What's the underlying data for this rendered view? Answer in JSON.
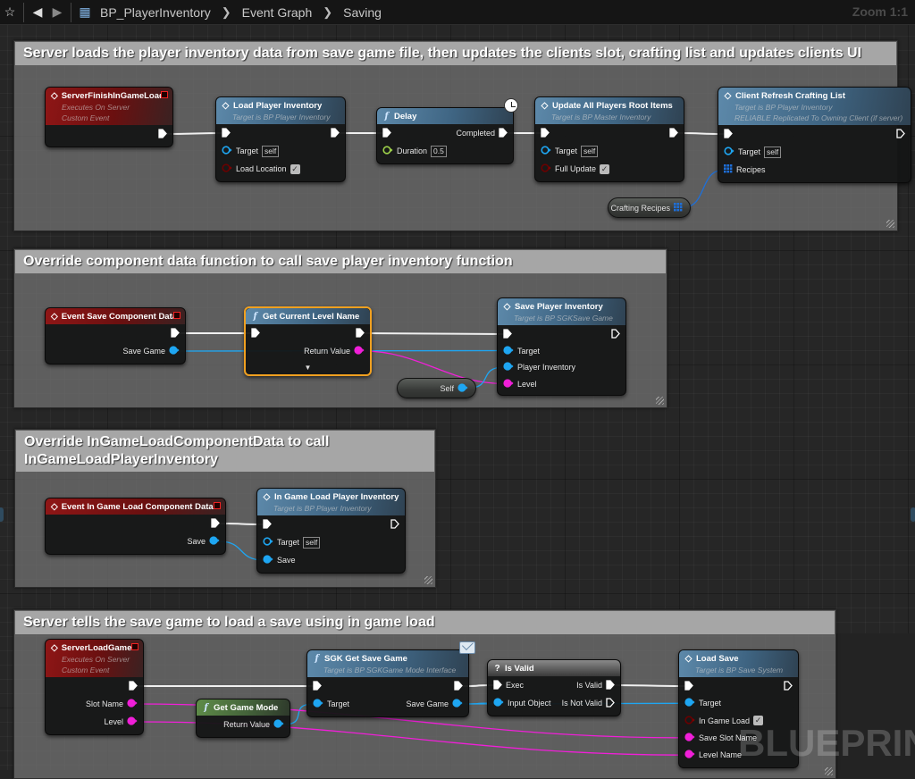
{
  "toolbar": {
    "breadcrumb": [
      "BP_PlayerInventory",
      "Event Graph",
      "Saving"
    ],
    "zoom": "Zoom 1:1"
  },
  "comments": [
    {
      "title": "Server loads the player inventory data from save game file, then updates the clients slot, crafting list and updates clients UI"
    },
    {
      "title": "Override component data function to call save player inventory function"
    },
    {
      "title": "Override InGameLoadComponentData to call InGameLoadPlayerInventory"
    },
    {
      "title": "Server tells the save game to load a save using in game load"
    }
  ],
  "nodes": {
    "sfigl": {
      "kind": "event",
      "title": "ServerFinishInGameLoad",
      "subtitles": [
        "Executes On Server",
        "Custom Event"
      ],
      "inputs": [],
      "outputs": [
        {
          "type": "exec",
          "label": ""
        }
      ]
    },
    "lpi": {
      "kind": "func",
      "icon": "diamond",
      "title": "Load Player Inventory",
      "subtitles": [
        "Target is BP Player Inventory"
      ],
      "inputs": [
        {
          "type": "exec",
          "label": ""
        },
        {
          "type": "object",
          "label": "Target",
          "value": "self"
        },
        {
          "type": "bool",
          "label": "Load Location",
          "checked": true
        }
      ],
      "outputs": [
        {
          "type": "exec",
          "label": ""
        }
      ]
    },
    "delay": {
      "kind": "func",
      "icon": "f",
      "badge": "clock",
      "title": "Delay",
      "subtitles": [],
      "inputs": [
        {
          "type": "exec",
          "label": ""
        },
        {
          "type": "float",
          "label": "Duration",
          "value": "0.5"
        }
      ],
      "outputs": [
        {
          "type": "exec",
          "label": "Completed"
        }
      ]
    },
    "uapri": {
      "kind": "func",
      "icon": "diamond",
      "title": "Update All Players Root Items",
      "subtitles": [
        "Target is BP Master Inventory"
      ],
      "inputs": [
        {
          "type": "exec",
          "label": ""
        },
        {
          "type": "object",
          "label": "Target",
          "value": "self"
        },
        {
          "type": "bool",
          "label": "Full Update",
          "checked": true
        }
      ],
      "outputs": [
        {
          "type": "exec",
          "label": ""
        }
      ]
    },
    "crcl": {
      "kind": "func",
      "icon": "diamond",
      "title": "Client Refresh Crafting List",
      "subtitles": [
        "Target is BP Player Inventory",
        "RELIABLE Replicated To Owning Client (if server)"
      ],
      "inputs": [
        {
          "type": "exec",
          "label": ""
        },
        {
          "type": "object",
          "label": "Target",
          "value": "self"
        },
        {
          "type": "array",
          "label": "Recipes"
        }
      ],
      "outputs": [
        {
          "type": "exec",
          "label": ""
        }
      ]
    },
    "escd": {
      "kind": "event",
      "title": "Event Save Component Data",
      "subtitles": [],
      "inputs": [],
      "outputs": [
        {
          "type": "exec",
          "label": ""
        },
        {
          "type": "object",
          "label": "Save Game"
        }
      ]
    },
    "gcln": {
      "kind": "func",
      "icon": "f",
      "selected": true,
      "expander": true,
      "title": "Get Current Level Name",
      "subtitles": [],
      "inputs": [
        {
          "type": "exec",
          "label": ""
        }
      ],
      "outputs": [
        {
          "type": "exec",
          "label": ""
        },
        {
          "type": "string",
          "label": "Return Value"
        }
      ]
    },
    "spi": {
      "kind": "func",
      "icon": "diamond",
      "title": "Save Player Inventory",
      "subtitles": [
        "Target is BP SGKSave Game"
      ],
      "inputs": [
        {
          "type": "exec",
          "label": ""
        },
        {
          "type": "object",
          "label": "Target"
        },
        {
          "type": "object",
          "label": "Player Inventory"
        },
        {
          "type": "string",
          "label": "Level"
        }
      ],
      "outputs": [
        {
          "type": "exec",
          "label": ""
        }
      ]
    },
    "eiglcd": {
      "kind": "event",
      "title": "Event In Game Load Component Data",
      "subtitles": [],
      "inputs": [],
      "outputs": [
        {
          "type": "exec",
          "label": ""
        },
        {
          "type": "object",
          "label": "Save"
        }
      ]
    },
    "iglpi": {
      "kind": "func",
      "icon": "diamond",
      "title": "In Game Load Player Inventory",
      "subtitles": [
        "Target is BP Player Inventory"
      ],
      "inputs": [
        {
          "type": "exec",
          "label": ""
        },
        {
          "type": "object",
          "label": "Target",
          "value": "self"
        },
        {
          "type": "object",
          "label": "Save"
        }
      ],
      "outputs": [
        {
          "type": "exec",
          "label": ""
        }
      ]
    },
    "slg": {
      "kind": "event",
      "title": "ServerLoadGame",
      "subtitles": [
        "Executes On Server",
        "Custom Event"
      ],
      "inputs": [],
      "outputs": [
        {
          "type": "exec",
          "label": ""
        },
        {
          "type": "string",
          "label": "Slot Name"
        },
        {
          "type": "string",
          "label": "Level"
        }
      ]
    },
    "ggm": {
      "kind": "pure",
      "icon": "f",
      "title": "Get Game Mode",
      "subtitles": [],
      "inputs": [],
      "outputs": [
        {
          "type": "object",
          "label": "Return Value"
        }
      ]
    },
    "sgkgsg": {
      "kind": "func",
      "icon": "f",
      "badge": "envelope",
      "title": "SGK Get Save Game",
      "subtitles": [
        "Target is BP SGKGame Mode Interface"
      ],
      "inputs": [
        {
          "type": "exec",
          "label": ""
        },
        {
          "type": "object",
          "label": "Target"
        }
      ],
      "outputs": [
        {
          "type": "exec",
          "label": ""
        },
        {
          "type": "object",
          "label": "Save Game"
        }
      ]
    },
    "isvalid": {
      "kind": "macro",
      "icon": "?",
      "title": "Is Valid",
      "subtitles": [],
      "inputs": [
        {
          "type": "exec",
          "label": "Exec"
        },
        {
          "type": "object",
          "label": "Input Object"
        }
      ],
      "outputs": [
        {
          "type": "exec",
          "label": "Is Valid"
        },
        {
          "type": "exec",
          "label": "Is Not Valid"
        }
      ]
    },
    "loadsave": {
      "kind": "func",
      "icon": "diamond",
      "title": "Load Save",
      "subtitles": [
        "Target is BP Save System"
      ],
      "inputs": [
        {
          "type": "exec",
          "label": ""
        },
        {
          "type": "object",
          "label": "Target"
        },
        {
          "type": "bool",
          "label": "In Game Load",
          "checked": true
        },
        {
          "type": "string",
          "label": "Save Slot Name"
        },
        {
          "type": "string",
          "label": "Level Name"
        }
      ],
      "outputs": [
        {
          "type": "exec",
          "label": ""
        }
      ]
    }
  },
  "variables": {
    "craftrec": {
      "label": "Crafting Recipes",
      "type": "array"
    },
    "self": {
      "label": "Self",
      "type": "object"
    }
  },
  "links": [
    [
      "sfigl",
      0,
      "lpi",
      0
    ],
    [
      "lpi",
      0,
      "delay",
      0
    ],
    [
      "delay",
      0,
      "uapri",
      0
    ],
    [
      "uapri",
      0,
      "crcl",
      0
    ],
    [
      "craftrec",
      0,
      "crcl",
      2
    ],
    [
      "escd",
      0,
      "gcln",
      0
    ],
    [
      "gcln",
      0,
      "spi",
      0
    ],
    [
      "escd",
      1,
      "spi",
      1
    ],
    [
      "gcln",
      1,
      "spi",
      3
    ],
    [
      "self",
      0,
      "spi",
      2
    ],
    [
      "eiglcd",
      0,
      "iglpi",
      0
    ],
    [
      "eiglcd",
      1,
      "iglpi",
      2
    ],
    [
      "slg",
      0,
      "sgkgsg",
      0
    ],
    [
      "ggm",
      0,
      "sgkgsg",
      1
    ],
    [
      "sgkgsg",
      0,
      "isvalid",
      0
    ],
    [
      "sgkgsg",
      1,
      "isvalid",
      1
    ],
    [
      "isvalid",
      0,
      "loadsave",
      0
    ],
    [
      "sgkgsg",
      1,
      "loadsave",
      1
    ],
    [
      "slg",
      1,
      "loadsave",
      3
    ],
    [
      "slg",
      2,
      "loadsave",
      4
    ]
  ],
  "watermark": "BLUEPRINT",
  "colors": {
    "exec": "#ffffff",
    "object": "#1ea6f2",
    "string": "#f01fd8",
    "bool": "#8c0000",
    "float": "#9ed24a",
    "array": "#1e6fd8",
    "selection": "#f0a020"
  }
}
